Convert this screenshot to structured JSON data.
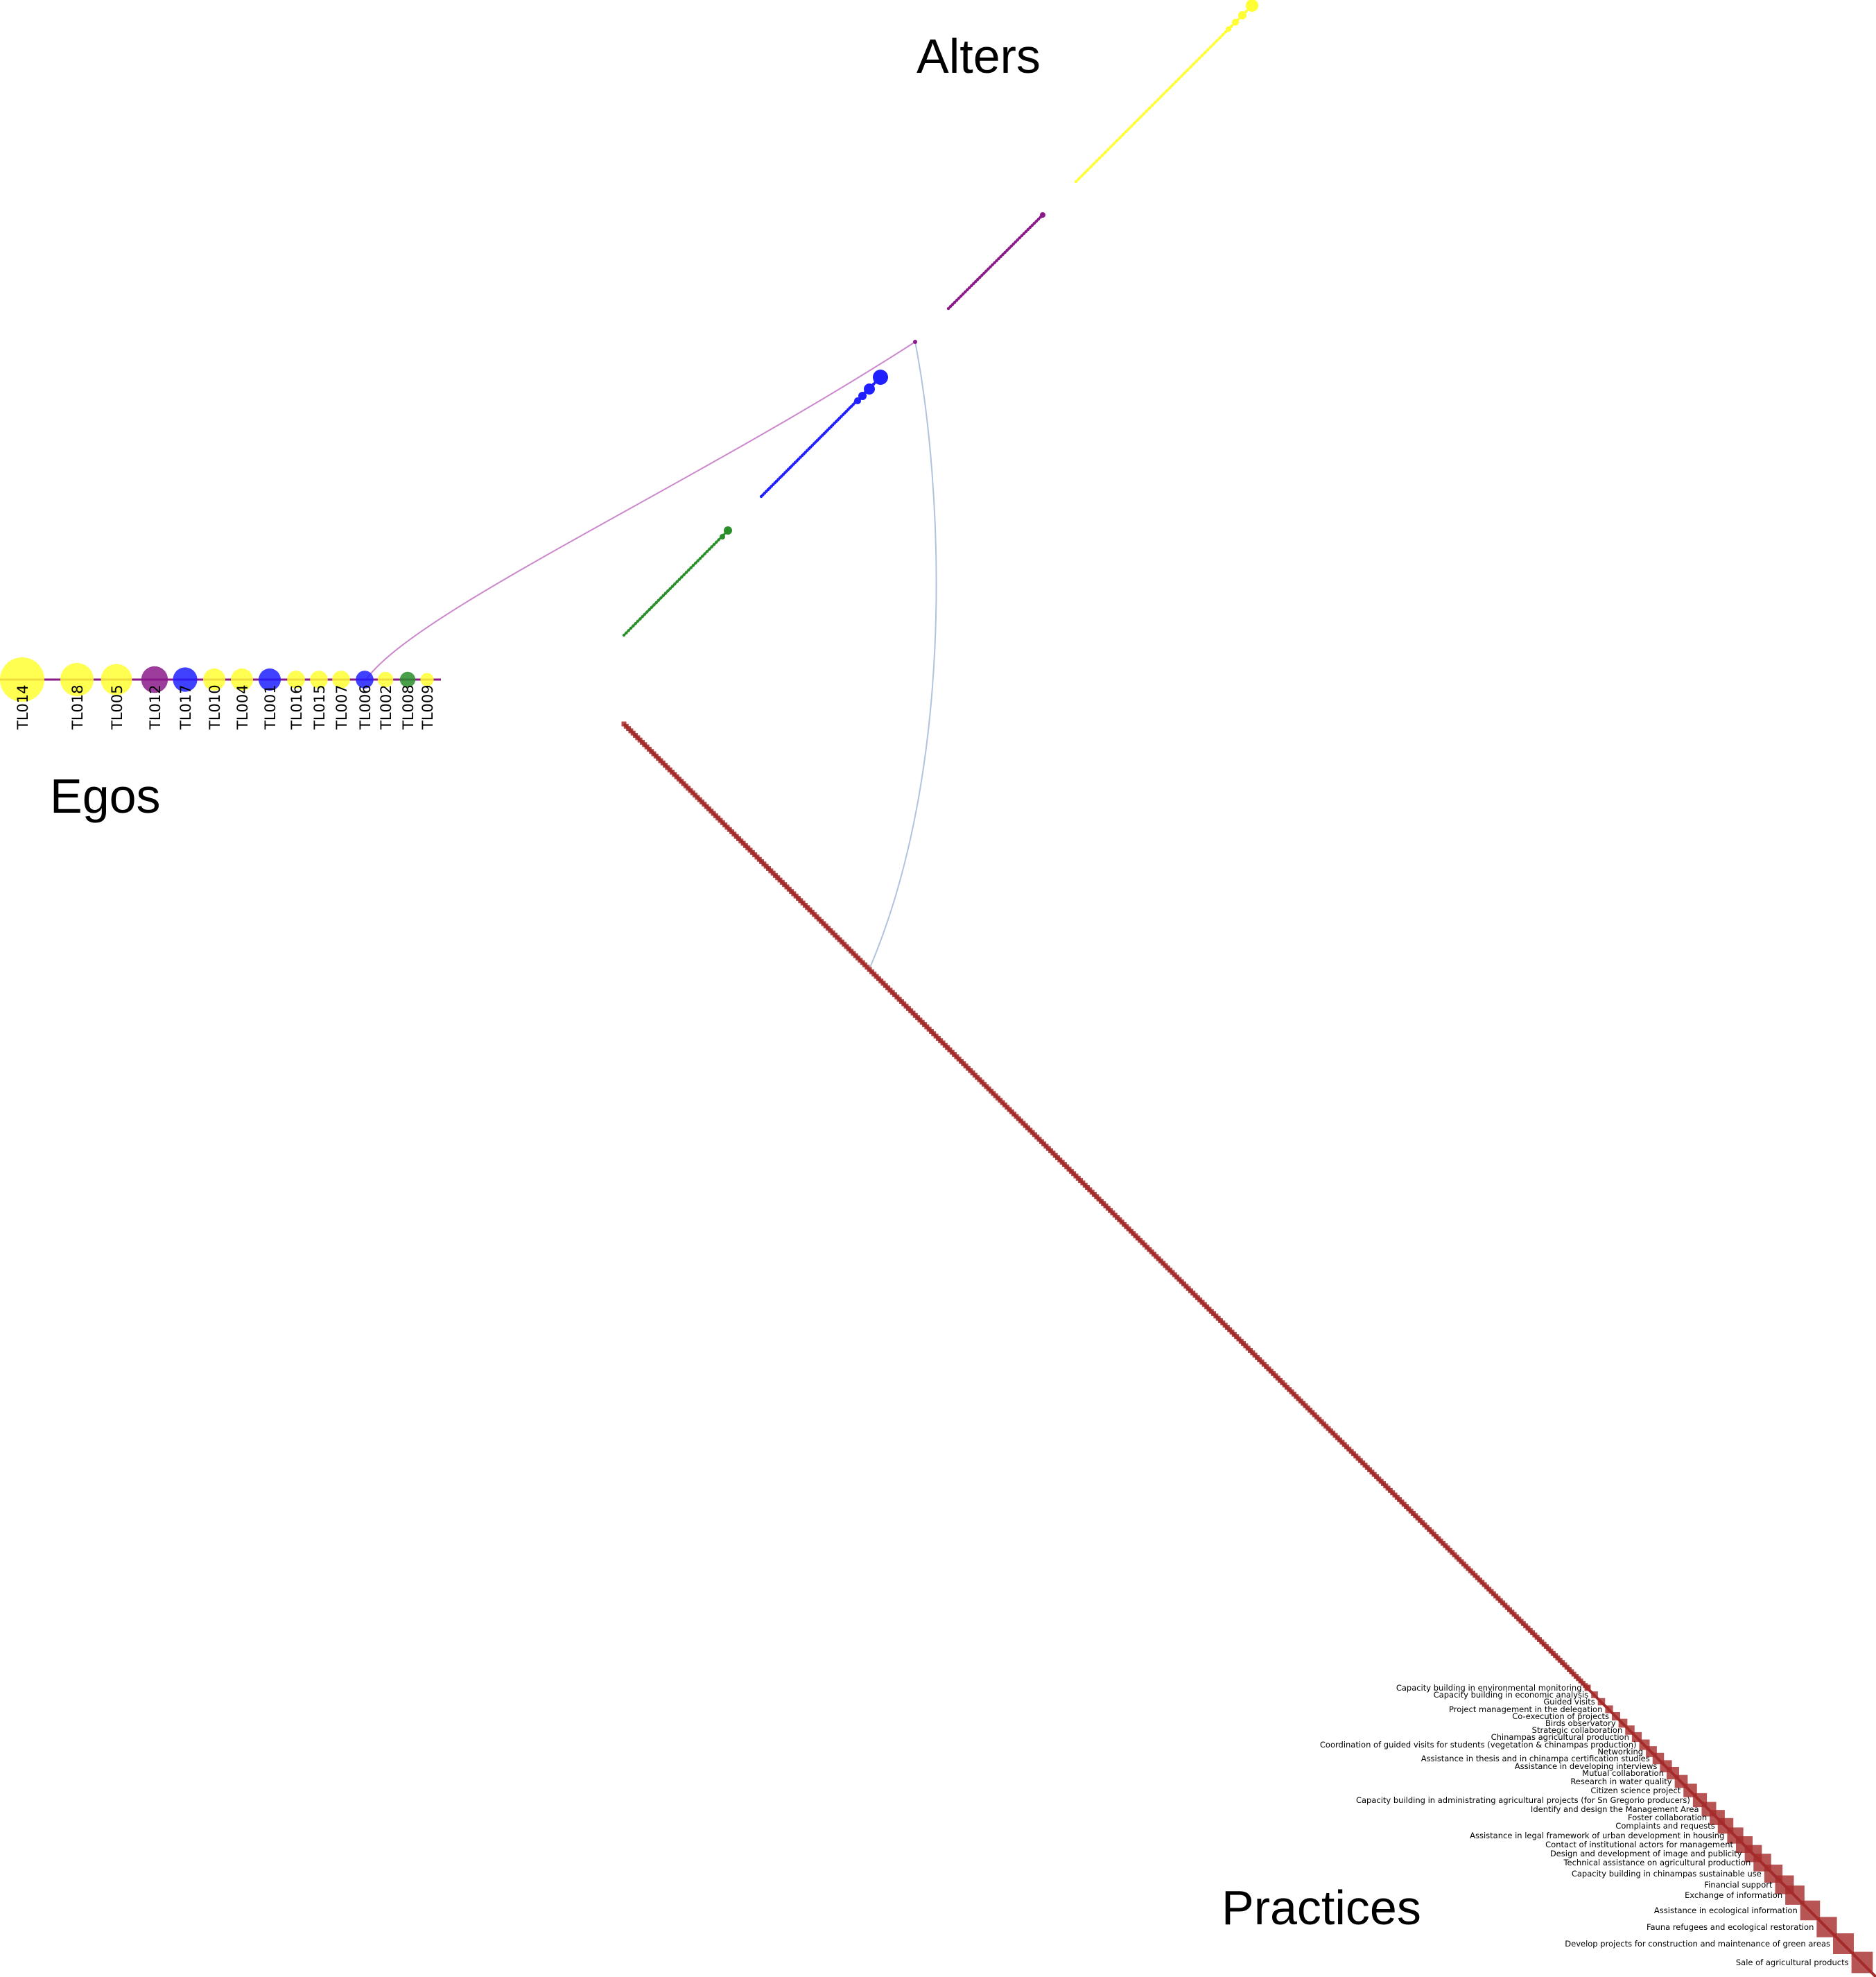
{
  "titles": {
    "alters": "Alters",
    "egos": "Egos",
    "practices": "Practices"
  },
  "colors": {
    "yellow": "#ffff33",
    "purple": "#8b1a89",
    "blue": "#1f1fff",
    "green": "#2a8f2a",
    "practice": "#a52a2a",
    "edge_purple": "#cc88cc",
    "edge_blue": "#b0c4de"
  },
  "egos": [
    {
      "id": "TL014",
      "color": "yellow",
      "degree": 10
    },
    {
      "id": "TL018",
      "color": "yellow",
      "degree": 7.5
    },
    {
      "id": "TL005",
      "color": "yellow",
      "degree": 7
    },
    {
      "id": "TL012",
      "color": "purple",
      "degree": 6
    },
    {
      "id": "TL017",
      "color": "blue",
      "degree": 5.5
    },
    {
      "id": "TL010",
      "color": "yellow",
      "degree": 5
    },
    {
      "id": "TL004",
      "color": "yellow",
      "degree": 5
    },
    {
      "id": "TL001",
      "color": "blue",
      "degree": 5
    },
    {
      "id": "TL016",
      "color": "yellow",
      "degree": 4
    },
    {
      "id": "TL015",
      "color": "yellow",
      "degree": 4
    },
    {
      "id": "TL007",
      "color": "yellow",
      "degree": 4
    },
    {
      "id": "TL006",
      "color": "blue",
      "degree": 4
    },
    {
      "id": "TL002",
      "color": "yellow",
      "degree": 3.5
    },
    {
      "id": "TL008",
      "color": "green",
      "degree": 3.5
    },
    {
      "id": "TL009",
      "color": "yellow",
      "degree": 3
    }
  ],
  "practices": [
    "Capacity building in environmental monitoring",
    "Capacity building in economic analysis",
    "Guided visits",
    "Project management in the delegation",
    "Co-execution of projects",
    "Birds observatory",
    "Strategic collaboration",
    "Chinampas agricultural production",
    "Coordination of guided visits for students (vegetation & chinampas production)",
    "Networking",
    "Assistance in thesis and in chinampa certification studies",
    "Assistance in developing interviews",
    "Mutual collaboration",
    "Research in water quality",
    "Citizen science project",
    "Capacity building in administrating agricultural projects (for Sn Gregorio producers)",
    "Identify and design the Management Area",
    "Foster collaboration",
    "Complaints and requests",
    "Assistance in legal framework of urban development in housing",
    "Contact of institutional actors for management",
    "Design and development of image and publicity",
    "Technical assistance on agricultural production",
    "Capacity building in chinampas sustainable use",
    "Financial support",
    "Exchange of information",
    "Assistance in ecological information",
    "Fauna refugees and ecological restoration",
    "Develop projects for construction and maintenance of green areas",
    "Sale of agricultural products"
  ]
}
